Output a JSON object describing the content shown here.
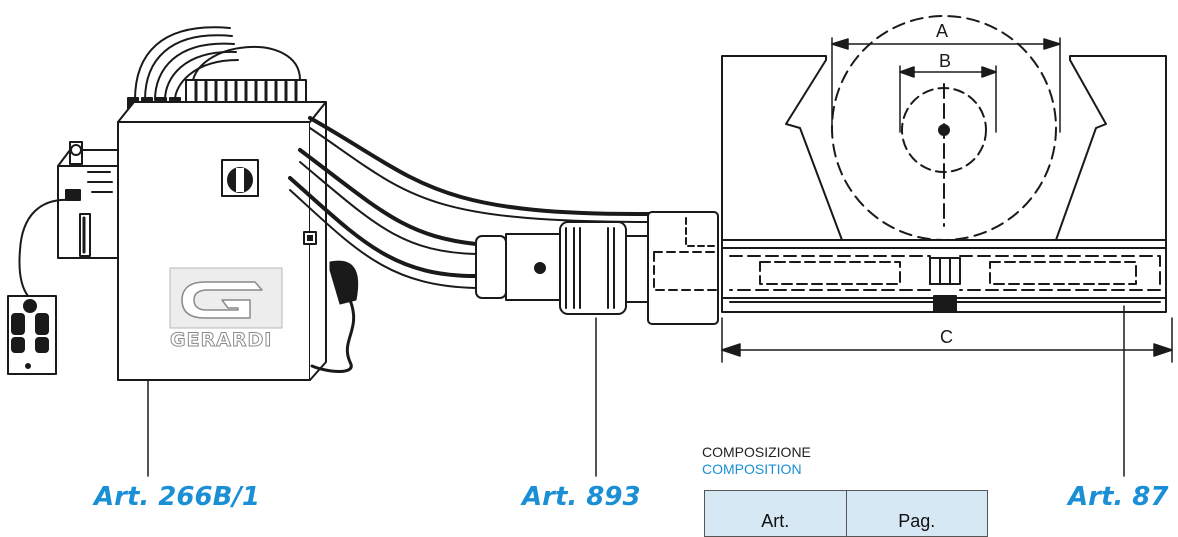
{
  "dimensions": {
    "a": "A",
    "b": "B",
    "c": "C"
  },
  "brand": {
    "logo_text": "GERARDI"
  },
  "articles": [
    {
      "label": "Art. 266B/1"
    },
    {
      "label": "Art. 893"
    },
    {
      "label": "Art. 87"
    }
  ],
  "composition": {
    "title_it": "COMPOSIZIONE",
    "title_en": "COMPOSITION",
    "columns": [
      "Art.",
      "Pag."
    ]
  },
  "colors": {
    "accent": "#1a8fd6",
    "table_header_bg": "#d6e8f4",
    "line": "#1a1a1a"
  }
}
